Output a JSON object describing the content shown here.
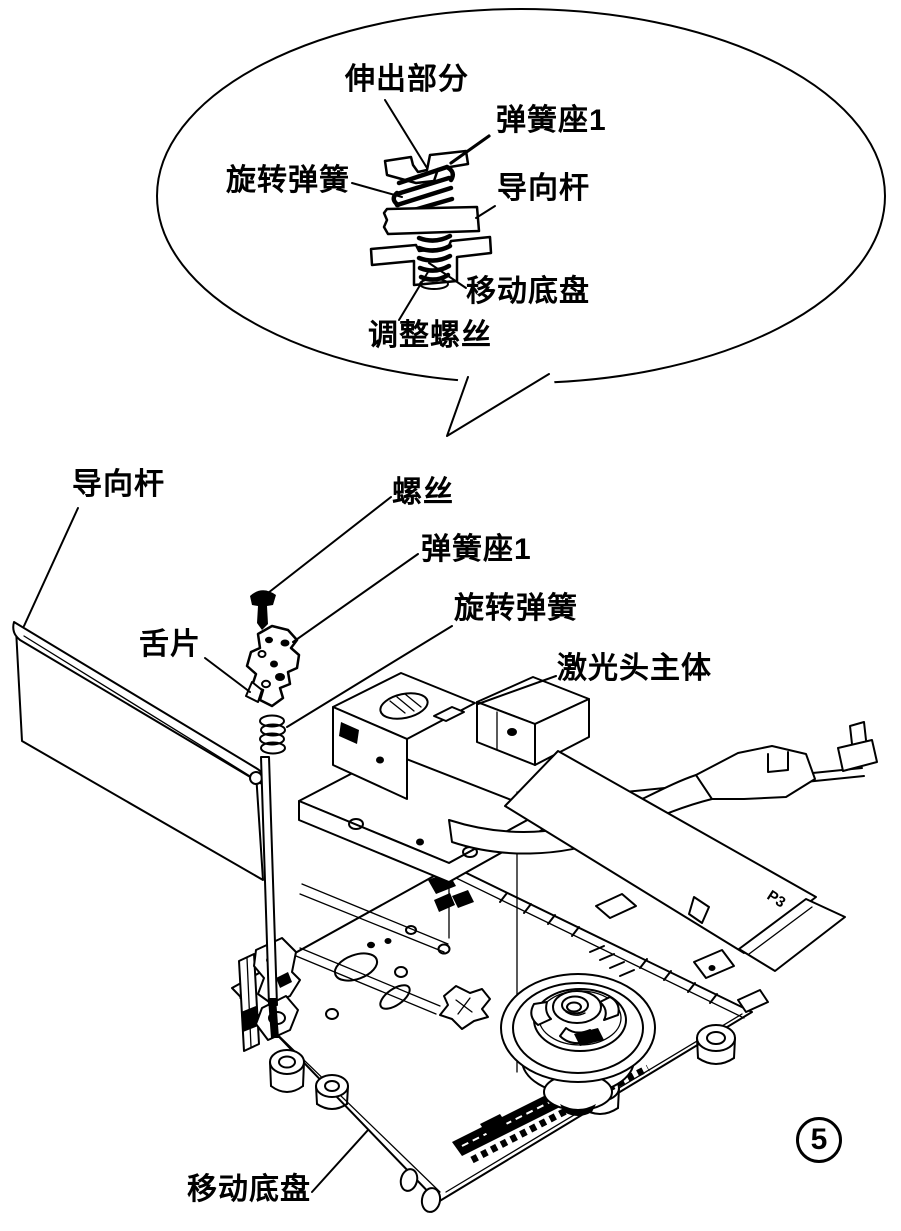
{
  "figure": {
    "background": "#ffffff",
    "line_color": "#000000",
    "figure_number": "5"
  },
  "callout": {
    "description": "magnified-detail-balloon",
    "labels": {
      "protruding_part": "伸出部分",
      "spring_seat_1": "弹簧座1",
      "rotary_spring": "旋转弹簧",
      "guide_rod": "导向杆",
      "moving_chassis": "移动底盘",
      "adjustment_screw": "调整螺丝"
    }
  },
  "main_view": {
    "description": "optical-pickup-mechanism-exploded-view",
    "labels": {
      "guide_rod": "导向杆",
      "screw": "螺丝",
      "spring_seat_1": "弹簧座1",
      "tongue_piece": "舌片",
      "rotary_spring": "旋转弹簧",
      "laser_head_body": "激光头主体",
      "moving_chassis": "移动底盘"
    },
    "cable_marking": "P3"
  }
}
